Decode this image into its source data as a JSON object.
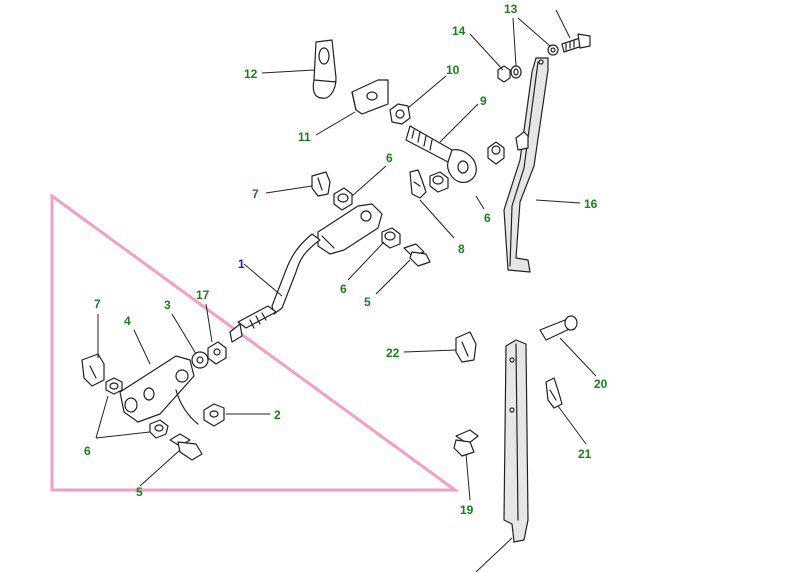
{
  "diagram": {
    "colors": {
      "callout": "#1a7f1a",
      "callout_highlight": "#1a1adc",
      "highlight_triangle": "#f0a0c8",
      "line": "#222222"
    },
    "callouts": [
      {
        "id": "c1",
        "text": "1"
      },
      {
        "id": "c2",
        "text": "2"
      },
      {
        "id": "c3",
        "text": "3"
      },
      {
        "id": "c4",
        "text": "4"
      },
      {
        "id": "c5a",
        "text": "5"
      },
      {
        "id": "c5b",
        "text": "5"
      },
      {
        "id": "c6a",
        "text": "6"
      },
      {
        "id": "c6b",
        "text": "6"
      },
      {
        "id": "c6c",
        "text": "6"
      },
      {
        "id": "c6d",
        "text": "6"
      },
      {
        "id": "c7a",
        "text": "7"
      },
      {
        "id": "c7b",
        "text": "7"
      },
      {
        "id": "c8",
        "text": "8"
      },
      {
        "id": "c9",
        "text": "9"
      },
      {
        "id": "c10",
        "text": "10"
      },
      {
        "id": "c11",
        "text": "11"
      },
      {
        "id": "c12",
        "text": "12"
      },
      {
        "id": "c13",
        "text": "13"
      },
      {
        "id": "c14",
        "text": "14"
      },
      {
        "id": "c16",
        "text": "16"
      },
      {
        "id": "c17",
        "text": "17"
      },
      {
        "id": "c19",
        "text": "19"
      },
      {
        "id": "c20",
        "text": "20"
      },
      {
        "id": "c21",
        "text": "21"
      },
      {
        "id": "c22",
        "text": "22"
      }
    ]
  }
}
